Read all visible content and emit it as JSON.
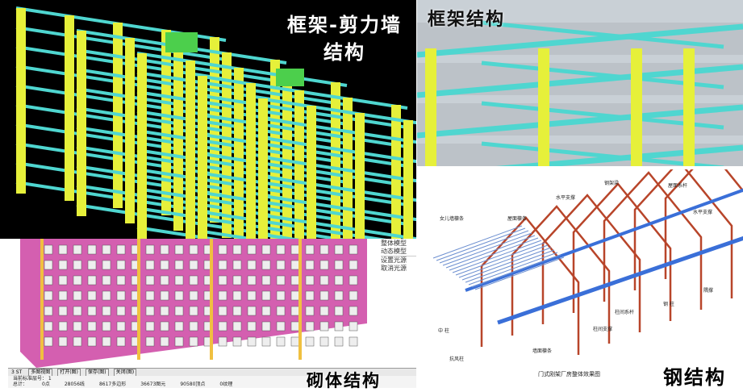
{
  "panels": {
    "frame_shear_wall": {
      "title_line1": "框架-剪力墙",
      "title_line2": "结构"
    },
    "frame": {
      "title": "框架结构"
    },
    "masonry": {
      "title": "砌体结构",
      "menu": [
        "整体模型",
        "动态模型",
        "设置光源",
        "取消光源"
      ],
      "toolbar": [
        "3 ST",
        "多图视图",
        "打开(图)",
        "保存(图)",
        "关闭(图)"
      ],
      "status_line1": "当前标准层号： 1",
      "status_label": "总计：",
      "status_values": [
        "0点",
        "28056线",
        "8617多边形",
        "36673图元",
        "90580顶点",
        "0纹理"
      ]
    },
    "steel": {
      "title": "钢结构",
      "caption": "门式刚架厂房整体效果图",
      "labels": {
        "parapet_purlin": "女儿墙檩条",
        "roof_purlin": "屋面檩条",
        "horizontal_brace_1": "水平支撑",
        "steel_beam": "钢架梁",
        "roof_tie": "屋面系杆",
        "horizontal_brace_2": "水平支撑",
        "knee_brace": "隅撑",
        "steel_column": "钢 柱",
        "column_tie": "柱间系杆",
        "column_brace": "柱间支撑",
        "middle_column": "中 柱",
        "wall_purlin": "墙面檩条",
        "wind_column": "抗风柱"
      }
    }
  },
  "colors": {
    "beam": "#4fd6d0",
    "column": "#e6f03a",
    "masonry": "#d45fb0",
    "steel_frame": "#b8452a"
  }
}
